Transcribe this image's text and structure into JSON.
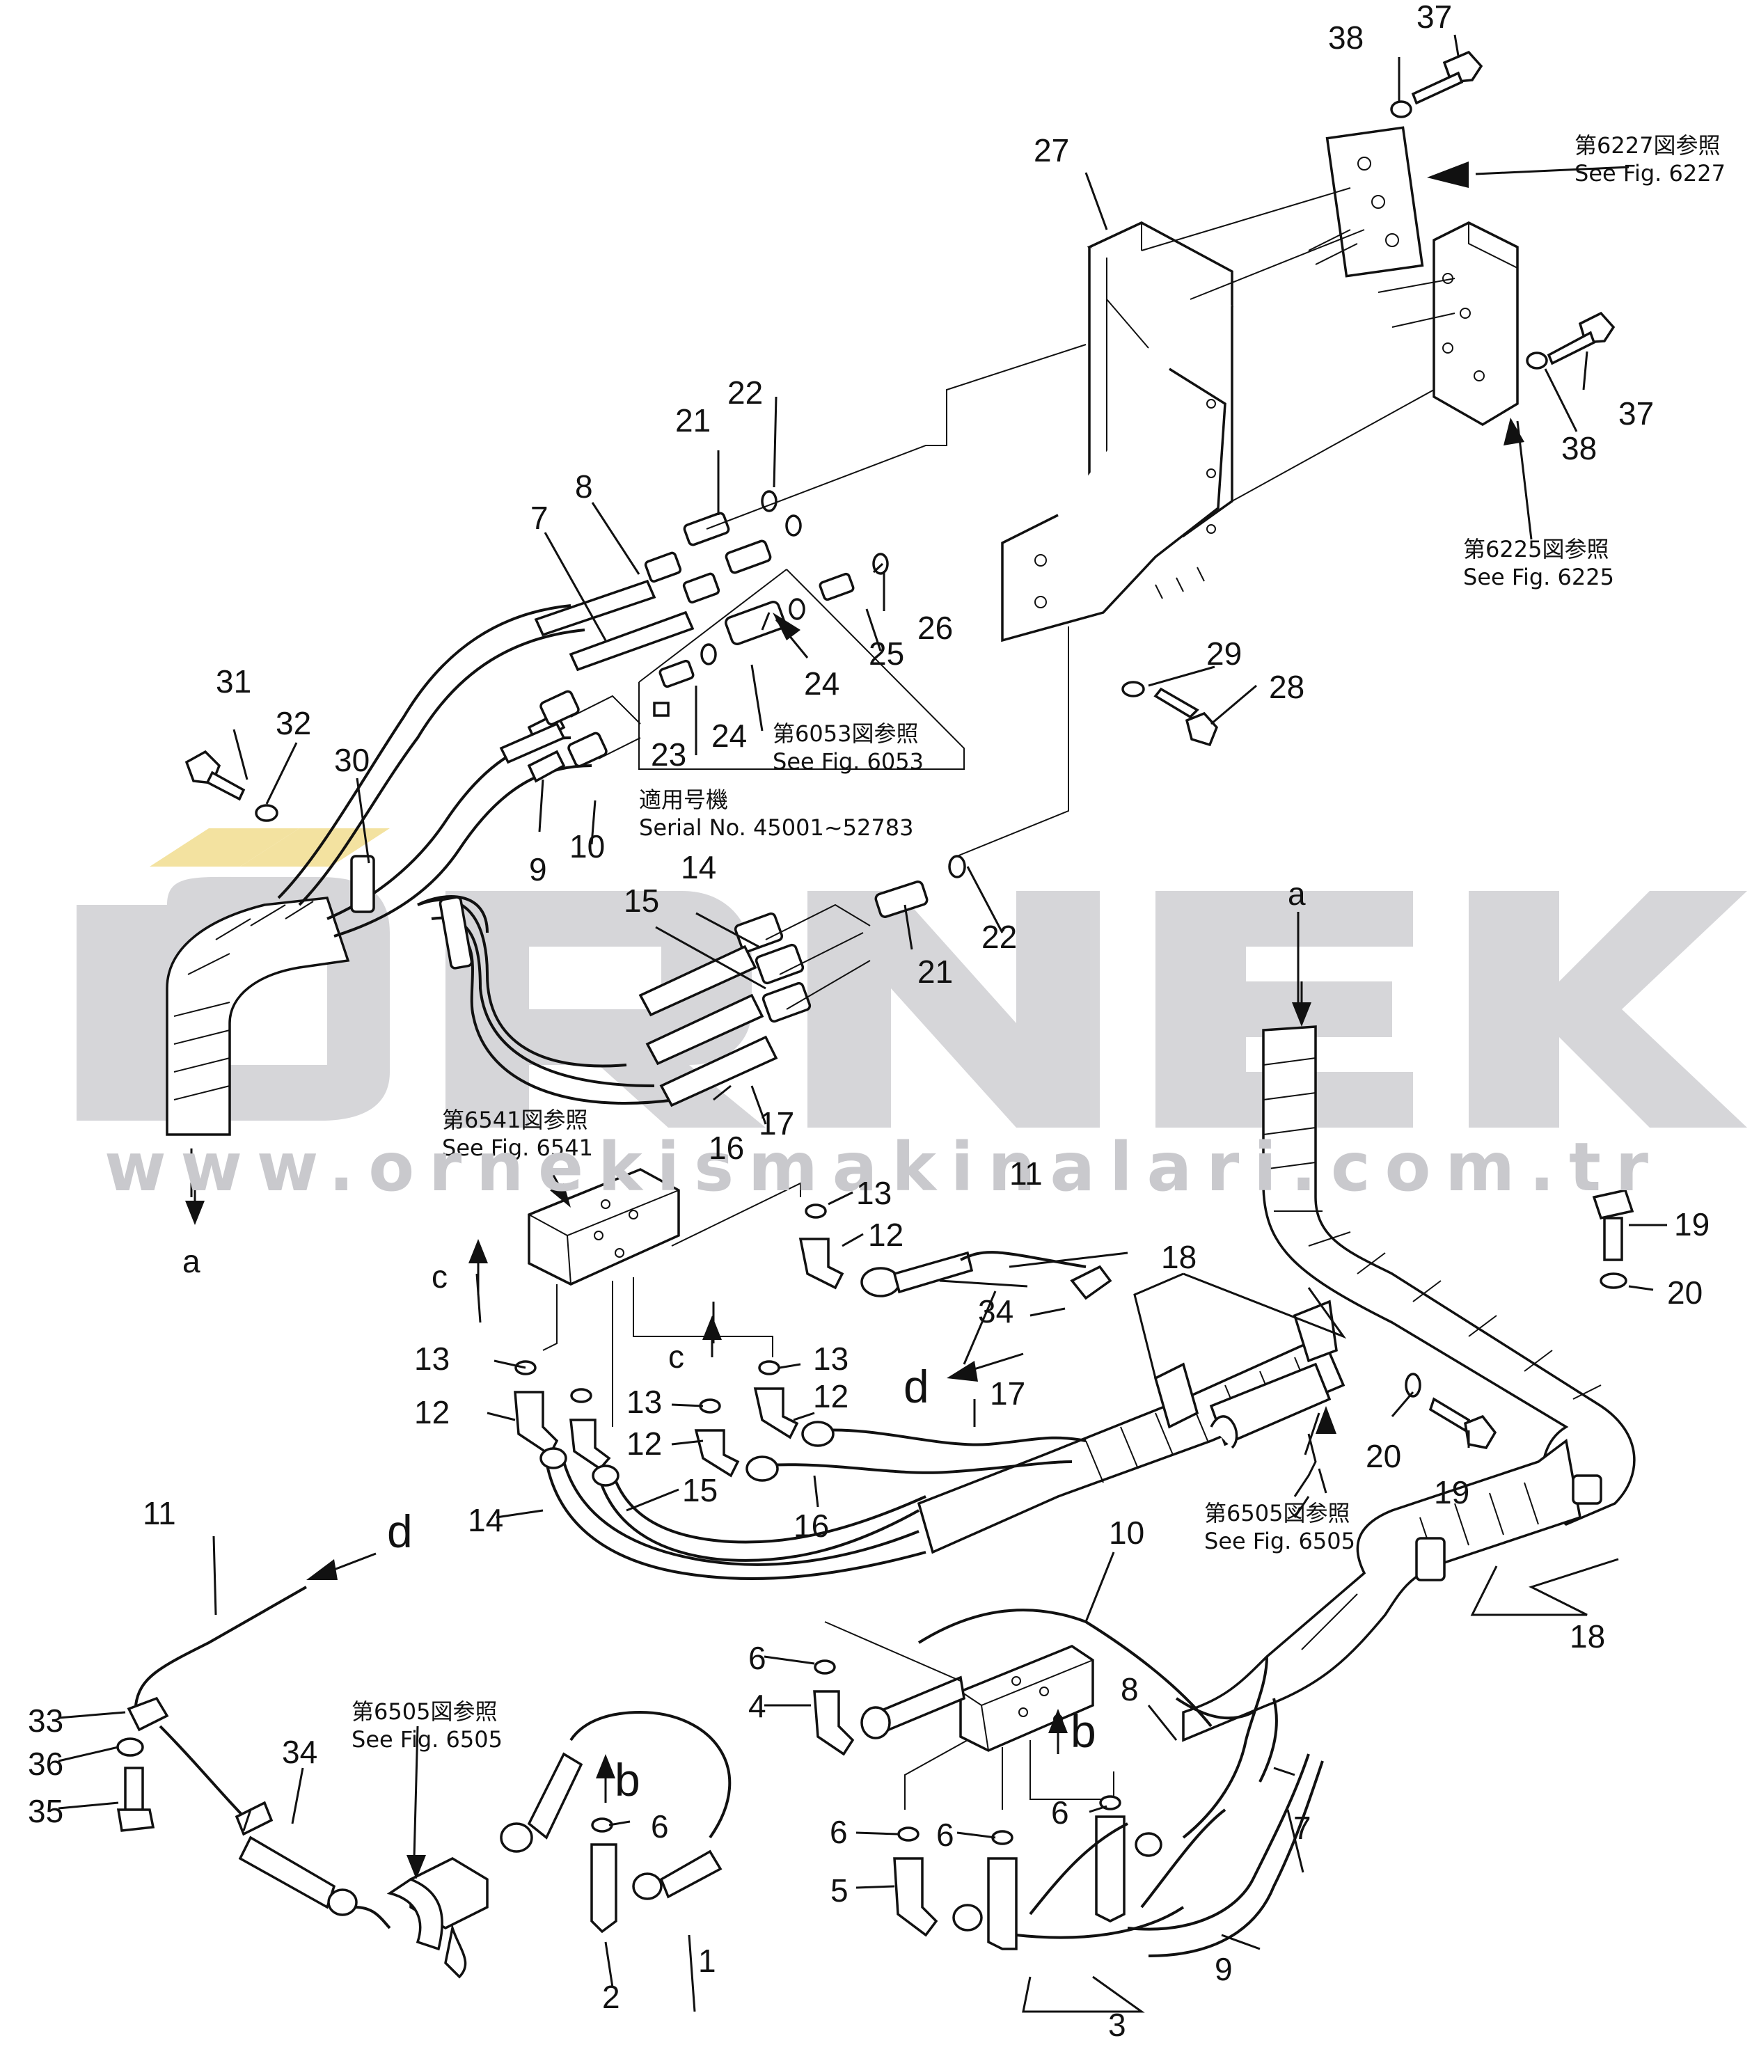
{
  "watermark": {
    "brand": "ÖRNEK",
    "url": "www.ornekismakinalari.com.tr",
    "brand_color": "#d3d3d7",
    "accent_color": "#f3e2a0"
  },
  "references": {
    "fig6227_jp": "第6227図参照",
    "fig6227_en": "See Fig. 6227",
    "fig6225_jp": "第6225図参照",
    "fig6225_en": "See Fig. 6225",
    "fig6053_jp": "第6053図参照",
    "fig6053_en": "See Fig. 6053",
    "serial_jp": "適用号機",
    "serial_en": "Serial No. 45001~52783",
    "fig6541_jp": "第6541図参照",
    "fig6541_en": "See Fig. 6541",
    "fig6505a_jp": "第6505図参照",
    "fig6505a_en": "See Fig. 6505",
    "fig6505b_jp": "第6505図参照",
    "fig6505b_en": "See Fig. 6505"
  },
  "callouts": [
    {
      "t": "37"
    },
    {
      "t": "38"
    },
    {
      "t": "27"
    },
    {
      "t": "37"
    },
    {
      "t": "38"
    },
    {
      "t": "22"
    },
    {
      "t": "21"
    },
    {
      "t": "8"
    },
    {
      "t": "7"
    },
    {
      "t": "26"
    },
    {
      "t": "25"
    },
    {
      "t": "24"
    },
    {
      "t": "24"
    },
    {
      "t": "23"
    },
    {
      "t": "29"
    },
    {
      "t": "28"
    },
    {
      "t": "31"
    },
    {
      "t": "32"
    },
    {
      "t": "30"
    },
    {
      "t": "9"
    },
    {
      "t": "10"
    },
    {
      "t": "14"
    },
    {
      "t": "15"
    },
    {
      "t": "21"
    },
    {
      "t": "22"
    },
    {
      "t": "16"
    },
    {
      "t": "17"
    },
    {
      "t": "a"
    },
    {
      "t": "a"
    },
    {
      "t": "c"
    },
    {
      "t": "c"
    },
    {
      "t": "13"
    },
    {
      "t": "12"
    },
    {
      "t": "11"
    },
    {
      "t": "34"
    },
    {
      "t": "13"
    },
    {
      "t": "12"
    },
    {
      "t": "13"
    },
    {
      "t": "12"
    },
    {
      "t": "13"
    },
    {
      "t": "12"
    },
    {
      "t": "d"
    },
    {
      "t": "17"
    },
    {
      "t": "18"
    },
    {
      "t": "19"
    },
    {
      "t": "20"
    },
    {
      "t": "20"
    },
    {
      "t": "19"
    },
    {
      "t": "14"
    },
    {
      "t": "15"
    },
    {
      "t": "16"
    },
    {
      "t": "11"
    },
    {
      "t": "d"
    },
    {
      "t": "10"
    },
    {
      "t": "18"
    },
    {
      "t": "6"
    },
    {
      "t": "4"
    },
    {
      "t": "b"
    },
    {
      "t": "8"
    },
    {
      "t": "33"
    },
    {
      "t": "36"
    },
    {
      "t": "35"
    },
    {
      "t": "34"
    },
    {
      "t": "b"
    },
    {
      "t": "6"
    },
    {
      "t": "6"
    },
    {
      "t": "6"
    },
    {
      "t": "6"
    },
    {
      "t": "7"
    },
    {
      "t": "5"
    },
    {
      "t": "1"
    },
    {
      "t": "2"
    },
    {
      "t": "9"
    },
    {
      "t": "3"
    }
  ]
}
